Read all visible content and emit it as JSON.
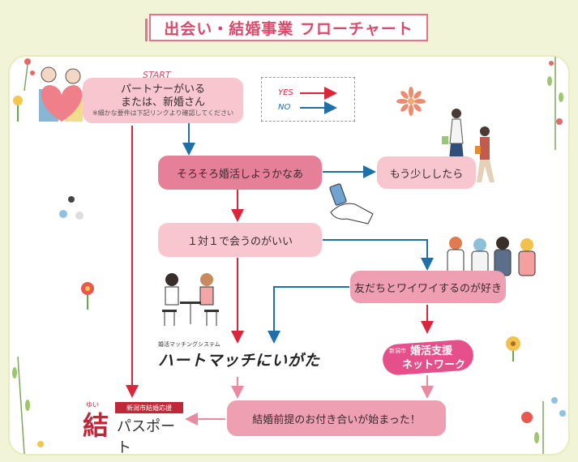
{
  "title": "出会い・結婚事業 フローチャート",
  "start_label": "START",
  "nodes": {
    "start": {
      "line1": "パートナーがいる",
      "line2": "または、新婚さん",
      "note": "※細かな要件は下記リンクより確認してください"
    },
    "konkatsu": "そろそろ婚活しようかなあ",
    "later": "もう少ししたら",
    "one_on_one": "１対１で会うのがいい",
    "friends": "友だちとワイワイするのが好き",
    "engaged": "結婚前提のお付き合いが始まった！"
  },
  "legend": {
    "yes": "YES",
    "no": "NO"
  },
  "logos": {
    "heart_match_sub": "婚活マッチングシステム",
    "heart_match": "ハートマッチにいがた",
    "network_small": "新潟市",
    "network_top": "婚活支援",
    "network_bottom": "ネットワーク",
    "passport_tag": "新潟市結婚応援",
    "passport_kanji": "結",
    "passport_ruby": "ゆい",
    "passport_word": "パスポート"
  },
  "colors": {
    "yes": "#d9263a",
    "no": "#1f6faa",
    "accent": "#e8728c",
    "arrow_soft": "#e98aa0"
  }
}
